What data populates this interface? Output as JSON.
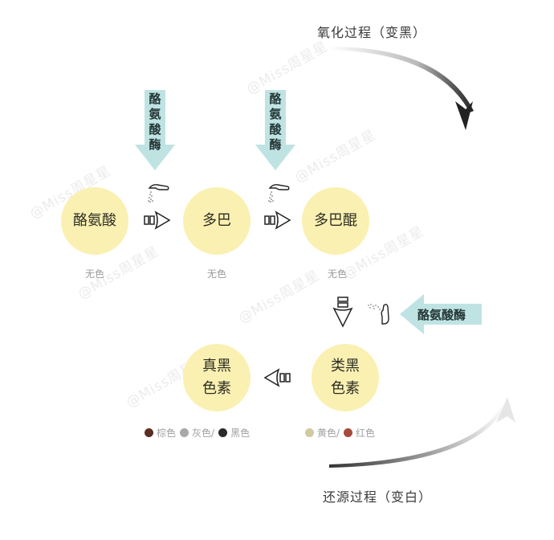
{
  "watermark": "@Miss周星星",
  "oxidation": {
    "label": "氧化过程（变黑）"
  },
  "reduction": {
    "label": "还源过程（变白）"
  },
  "enzyme": {
    "label": "酪氨酸酶",
    "chars": [
      "酪",
      "氨",
      "酸",
      "酶"
    ]
  },
  "nodes": {
    "tyrosine": {
      "label": "酪氨酸",
      "color_label": "无色"
    },
    "dopa": {
      "label": "多巴",
      "color_label": "无色"
    },
    "dopaquinone": {
      "label": "多巴醌",
      "color_label": "无色"
    },
    "pheomelanin": {
      "line1": "类黑",
      "line2": "色素",
      "colors": [
        {
          "name": "黄色/",
          "hex": "#cfcaa0"
        },
        {
          "name": "红色",
          "hex": "#a84a3c"
        }
      ]
    },
    "eumelanin": {
      "line1": "真黑",
      "line2": "色素",
      "colors": [
        {
          "name": "棕色",
          "hex": "#5a2e22"
        },
        {
          "name": "灰色/",
          "hex": "#a8a8a8"
        },
        {
          "name": "黑色",
          "hex": "#2a2a2a"
        }
      ]
    }
  },
  "colors": {
    "circle_fill": "#faf0b2",
    "enzyme_arrow": "#bfe3e3",
    "text_dark": "#2e2e24"
  }
}
